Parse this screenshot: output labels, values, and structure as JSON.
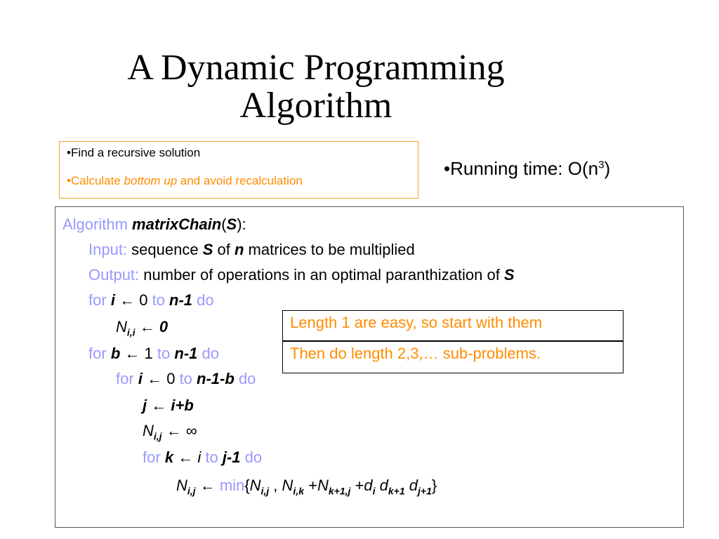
{
  "title": {
    "line1": "A Dynamic Programming",
    "line2": "Algorithm"
  },
  "hints": {
    "item1": "•Find a recursive solution",
    "item2_pre": "•Calculate ",
    "item2_em": "bottom up",
    "item2_post": " and avoid recalculation"
  },
  "running_time": {
    "text": "•Running time: O(n",
    "sup": "3",
    "close": ")"
  },
  "algorithm": {
    "kw_algorithm": "Algorithm",
    "name": "matrixChain",
    "paren_open": "(",
    "param": "S",
    "paren_close": "):",
    "kw_input": "Input:",
    "input_pre": " sequence ",
    "input_S": "S",
    "input_of": " of ",
    "input_n": "n",
    "input_post": " matrices to be multiplied",
    "kw_output": "Output:",
    "output_text": " number of operations in an optimal paranthization of ",
    "output_S": "S",
    "kw_for": "for",
    "kw_to": "to",
    "kw_do": "do",
    "kw_min": "min",
    "arrow": "←",
    "var_i": "i",
    "var_b": "b",
    "var_j": "j",
    "var_k": "k",
    "var_N": "N",
    "zero": "0",
    "one": "1",
    "n_minus_1": "n-1",
    "n_minus_1_b": "n-1-b",
    "j_minus_1": "j-1",
    "i_plus_b": "i+b",
    "infinity": "∞",
    "sub_ii": "i,i",
    "sub_ij": "i,j",
    "sub_ik": "i,k",
    "sub_k1j": "k+1,j",
    "sub_i": "i",
    "sub_k1": "k+1",
    "sub_j1": "j+1",
    "brace_open": "{",
    "brace_close": "}",
    "comma": " , ",
    "plus": " +",
    "plus2": " +",
    "var_d": "d",
    "space": " "
  },
  "notes": {
    "note1": "Length 1 are easy, so start with them",
    "note2": "Then do length 2,3,… sub-problems."
  }
}
